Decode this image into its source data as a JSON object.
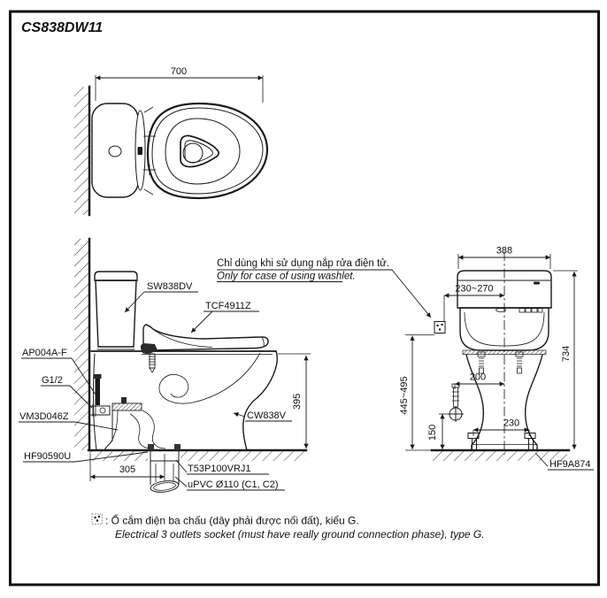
{
  "title": "CS838DW11",
  "top_view": {
    "width_dim": "700"
  },
  "side_view": {
    "tank_label": "SW838DV",
    "washlet_label": "TCF4911Z",
    "bowl_label": "CW838V",
    "inlet_label": "AP004A-F",
    "thread_label": "G1/2",
    "valve_label": "VM3D046Z",
    "gasket_label": "HF90590U",
    "joint_label": "T53P100VRJ1",
    "pipe_label": "uPVC Ø110 (C1, C2)",
    "seat_height_dim": "395",
    "roughin_dim": "305"
  },
  "front_view": {
    "width_dim": "388",
    "socket_offset_dim": "230~270",
    "height_dim": "734",
    "socket_height_dim": "445~495",
    "supply_offset_dim": "200",
    "bolt_pitch_dim": "230",
    "valve_height_dim": "150",
    "flange_label": "HF9A874"
  },
  "washlet_note": {
    "vi": "Chỉ dùng khi sử dụng nắp rửa điện tử.",
    "en": "Only for case of using washlet."
  },
  "legend": {
    "vi": ": Ổ cắm điện ba chấu (dây phải được nối đất), kiểu G.",
    "en": "Electrical 3 outlets socket (must have really ground connection phase), type G."
  }
}
